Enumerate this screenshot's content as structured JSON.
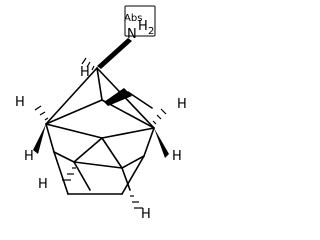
{
  "molecule": {
    "amine_label": "N",
    "amine_h_label": "H",
    "amine_h_count": "2",
    "abs_label": "Abs",
    "hydrogen_label": "H"
  }
}
